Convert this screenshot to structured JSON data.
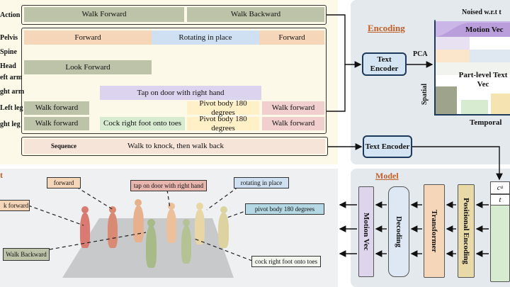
{
  "annotation": {
    "row_labels": {
      "action": "Action",
      "pelvis": "Pelvis",
      "spine": "Spine",
      "head": "Head",
      "left_arm": "eft arm",
      "right_arm": "ght arm",
      "left_leg": "Left leg",
      "right_leg": "ght leg"
    },
    "action": [
      "Walk Forward",
      "Walk Backward"
    ],
    "pelvis": [
      "Forward",
      "Rotating in place",
      "Forward"
    ],
    "head": "Look Forward",
    "right_arm": "Tap on door with right hand",
    "left_leg": [
      "Walk forward",
      "Pivot body 180 degrees",
      "Walk forward"
    ],
    "right_leg": [
      "Walk forward",
      "Cock right foot onto toes",
      "Pivot body 180 degrees",
      "Walk forward"
    ],
    "sequence_label": "Sequence",
    "sequence_text": "Walk to knock, then walk back"
  },
  "encoding": {
    "title": "Encoding",
    "text_encoder": "Text Encoder",
    "pca": "PCA",
    "noised_label": "Noised w.r.t t",
    "motion_vec": "Motion Vec",
    "part_level": "Part-level Text Vec",
    "spatial": "Spatial",
    "temporal": "Temporal"
  },
  "seq_encoder": "Text Encoder",
  "model": {
    "title": "Model",
    "motion_vec": "Motion Vec",
    "decoding": "Decoding",
    "transformer": "Transformer",
    "pos_enc": "Positional Encoding",
    "ca": "c",
    "ca_sub": "a",
    "t": "t"
  },
  "visual": {
    "title": "t",
    "tags": {
      "forward": "forward",
      "tap": "tap on door with right hand",
      "rotating": "rotating in place",
      "pivot": "pivot body 180 degrees",
      "cock": "cock right foot onto toes",
      "walk_backward": "Walk Backward",
      "walk_forward": "k forward"
    }
  },
  "colors": {
    "action": "#bcc3a8",
    "orange": "#f6d6b8",
    "blue": "#cfe0f2",
    "green": "#bcc3a8",
    "lavender": "#dcd3ef",
    "yellow": "#fff0c8",
    "pink": "#f2cfcf",
    "mint": "#d6ebd0",
    "sequence": "#f7e4d9"
  }
}
